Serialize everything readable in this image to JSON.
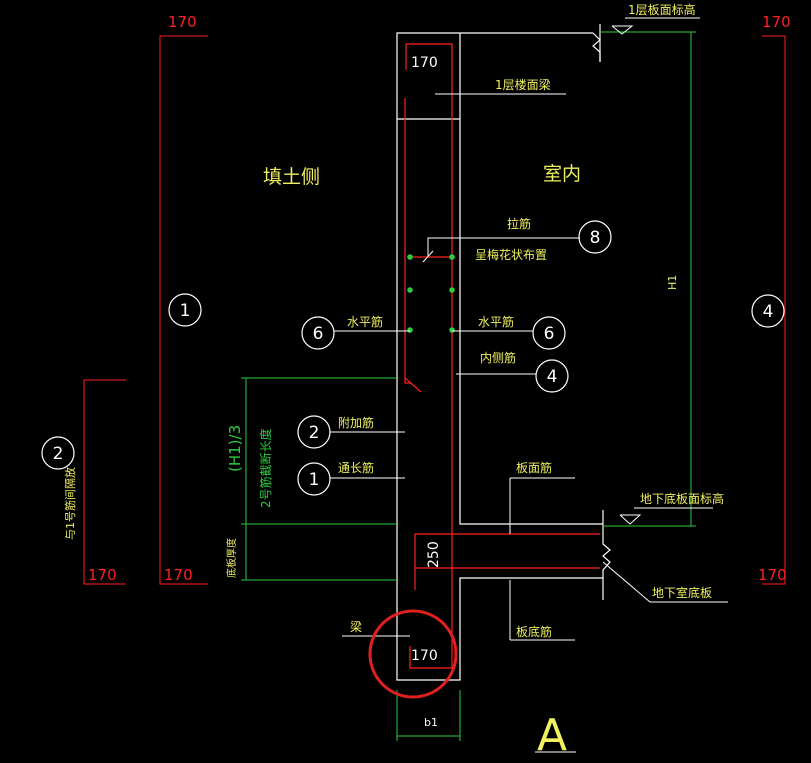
{
  "colors": {
    "background": "#000000",
    "white": "#ffffff",
    "red": "#ff2020",
    "green": "#2ecc40",
    "yellow": "#f0f060",
    "circle_highlight": "#e02020"
  },
  "labels": {
    "top_left_170": "170",
    "top_right_170": "170",
    "wall_top_170": "170",
    "floor_level_1": "1层板面标高",
    "floor_beam_1": "1层楼面梁",
    "fill_side": "填土侧",
    "indoor": "室内",
    "tie_bar": "拉筋",
    "tie_arrangement": "呈梅花状布置",
    "horizontal_bar_left": "水平筋",
    "horizontal_bar_right": "水平筋",
    "inner_side_bar": "内侧筋",
    "additional_bar": "附加筋",
    "through_bar": "通长筋",
    "h1_over_3": "(H1)/3",
    "bar2_cut_length": "2号筋截断长度",
    "h1": "H1",
    "anchor_note": "与1号筋间隔放",
    "slab_thickness": "底板厚度",
    "slab_top_bar": "板面筋",
    "basement_slab_level": "地下底板面标高",
    "basement_slab": "地下室底板",
    "slab_bottom_bar": "板底筋",
    "slab_250": "250",
    "beam": "梁",
    "beam_170": "170",
    "width_b1": "b1",
    "bottom_left_170": "170",
    "left_col_bottom_170": "170",
    "right_bottom_170": "170",
    "section_letter": "A"
  },
  "markers": {
    "m1_left": "1",
    "m2_left": "2",
    "m6_left": "6",
    "m2_mid": "2",
    "m1_mid": "1",
    "m8": "8",
    "m6_right": "6",
    "m4_mid": "4",
    "m4_right": "4"
  }
}
